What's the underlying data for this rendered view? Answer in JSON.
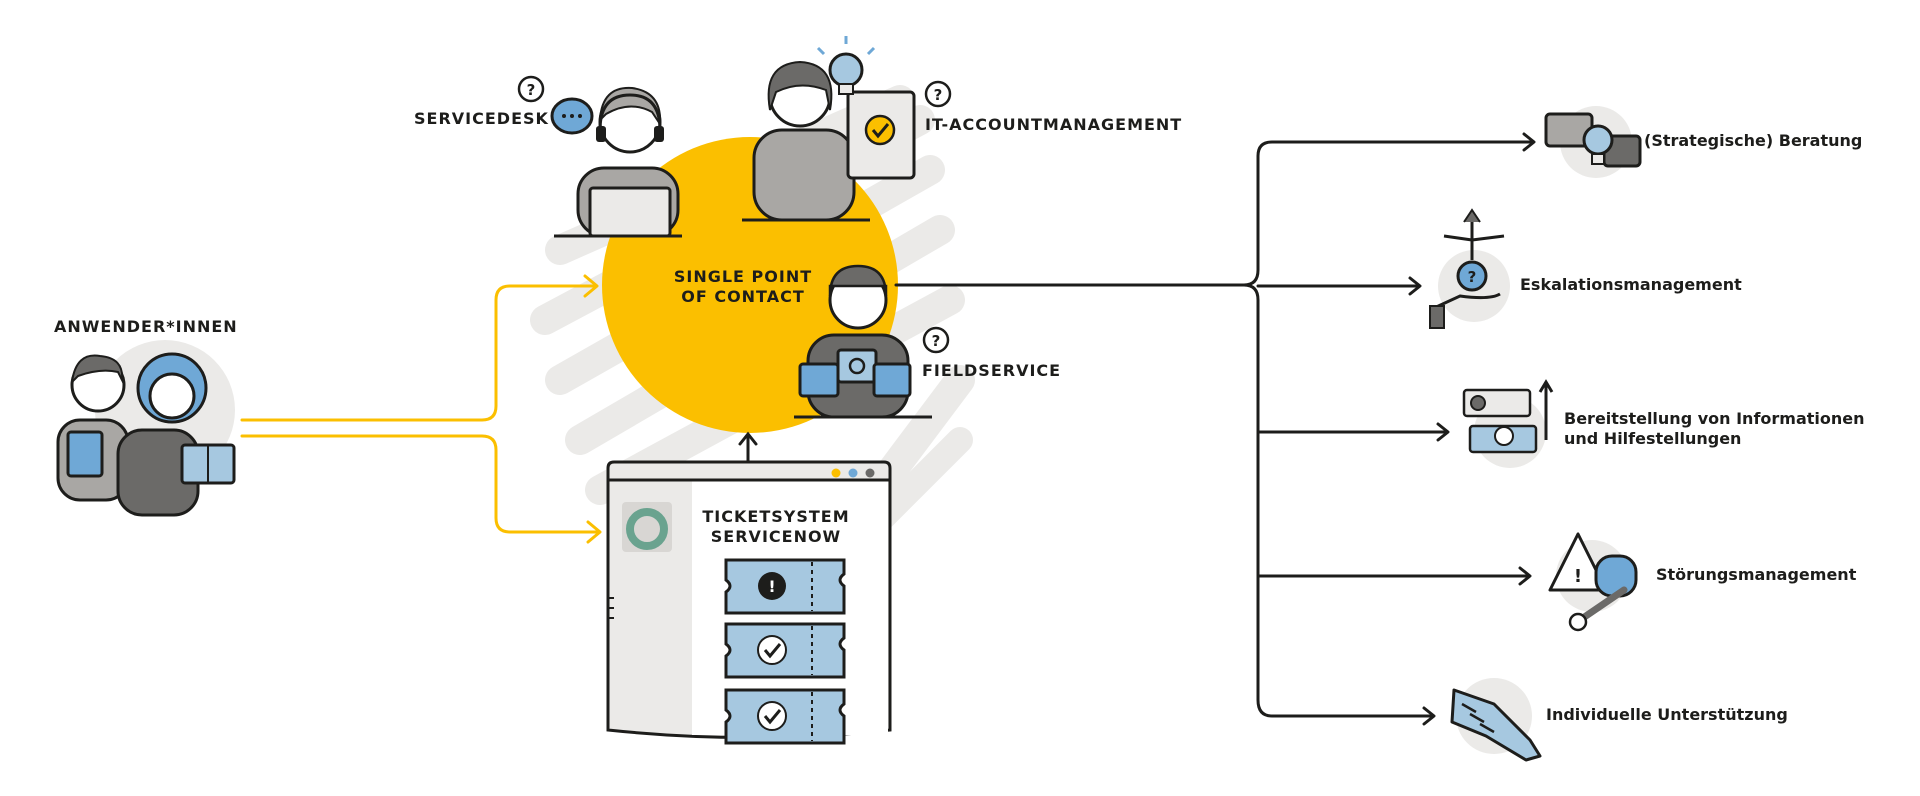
{
  "roles": {
    "users": "ANWENDER*INNEN",
    "servicedesk": "SERVICEDESK",
    "it_accountmanagement": "IT-ACCOUNTMANAGEMENT",
    "fieldservice": "FIELDSERVICE"
  },
  "hub": {
    "line1": "SINGLE POINT",
    "line2": "OF CONTACT"
  },
  "ticketsystem": {
    "line1": "TICKETSYSTEM",
    "line2": "SERVICENOW"
  },
  "services": {
    "strategic_consulting": "(Strategische) Beratung",
    "escalation": "Eskalationsmanagement",
    "provision_line1": "Bereitstellung von Informationen",
    "provision_line2": "und Hilfestellungen",
    "incident": "Störungsmanagement",
    "individual_support": "Individuelle Unterstützung"
  },
  "colors": {
    "accent_yellow": "#fbbf00",
    "light_blue": "#a6c8e0",
    "mid_blue": "#6fa8d6",
    "grey": "#a9a7a4",
    "light_grey": "#ebeae8",
    "dark": "#1d1d1b",
    "green": "#6aa38f"
  },
  "icons": {
    "question": "question-mark-icon",
    "chat": "chat-bubble-icon",
    "bulb": "light-bulb-icon",
    "check": "check-icon",
    "gear": "gear-icon",
    "wrench": "wrench-icon",
    "warning": "warning-icon",
    "handshake": "handshake-icon"
  }
}
